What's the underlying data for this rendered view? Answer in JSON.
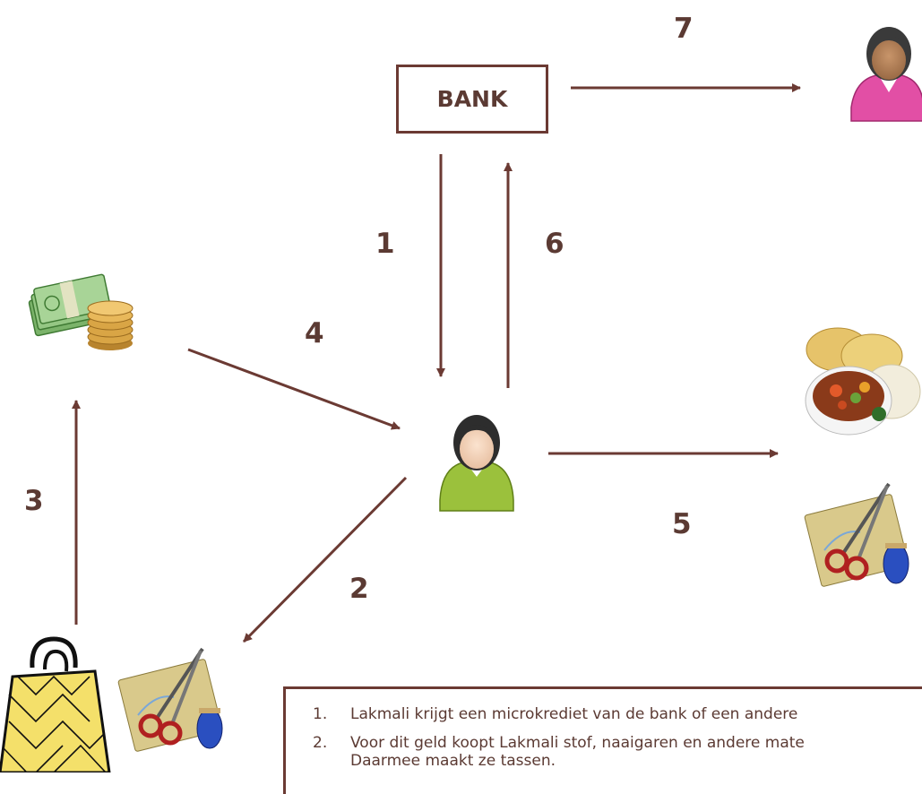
{
  "bank": {
    "label": "BANK"
  },
  "step_numbers": [
    "1",
    "2",
    "3",
    "4",
    "5",
    "6",
    "7"
  ],
  "steps": [
    {
      "n": "1.",
      "text": "Lakmali krijgt een microkrediet van de bank of een andere"
    },
    {
      "n": "2.",
      "text": "Voor dit geld koopt Lakmali stof, naaigaren en andere mate"
    },
    {
      "n": "",
      "text": "Daarmee maakt ze tassen."
    }
  ],
  "colors": {
    "arrow": "#6b3a33",
    "text": "#5b3a33"
  },
  "icons": [
    "lender-woman-icon",
    "money-icon",
    "lakmali-woman-icon",
    "food-icon",
    "sewing-supplies-icon",
    "bag-icon"
  ]
}
